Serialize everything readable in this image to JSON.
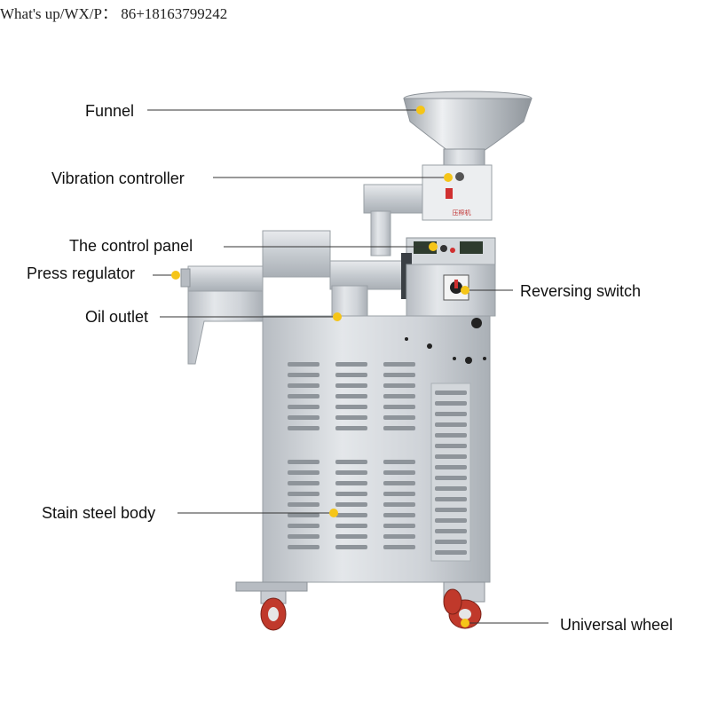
{
  "contact": "What's up/WX/P： 86+18163799242",
  "labels": {
    "funnel": "Funnel",
    "vibration_controller": "Vibration controller",
    "control_panel": "The control panel",
    "press_regulator": "Press regulator",
    "oil_outlet": "Oil outlet",
    "reversing_switch": "Reversing switch",
    "stain_steel_body": "Stain steel body",
    "universal_wheel": "Universal wheel"
  },
  "machine_panel_text": "压榨机",
  "colors": {
    "leader_line": "#333333",
    "marker_dot": "#f5c518",
    "wheel": "#c0392b",
    "steel": "#c9cdd2"
  }
}
